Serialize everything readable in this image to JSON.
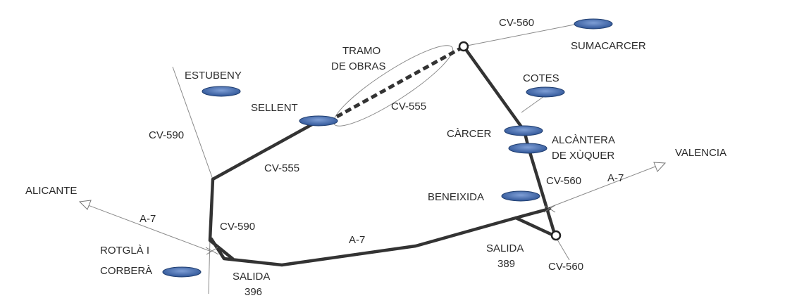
{
  "places": {
    "estubeny": "ESTUBENY",
    "sellent": "SELLENT",
    "sumacarcer": "SUMACARCER",
    "cotes": "COTES",
    "carcer": "CÀRCER",
    "alcantera_1": "ALCÀNTERA",
    "alcantera_2": "DE XÙQUER",
    "beneixida": "BENEIXIDA",
    "rotgla_1": "ROTGLÀ I",
    "rotgla_2": "CORBERÀ",
    "alicante": "ALICANTE",
    "valencia": "VALENCIA"
  },
  "roads": {
    "cv560_top": "CV-560",
    "cv590_left": "CV-590",
    "cv555_upper": "CV-555",
    "cv555_lower": "CV-555",
    "cv590_lower": "CV-590",
    "a7_left": "A-7",
    "a7_mid": "A-7",
    "a7_right": "A-7",
    "cv560_right": "CV-560",
    "cv560_bottom": "CV-560"
  },
  "works": {
    "line1": "TRAMO",
    "line2": "DE OBRAS"
  },
  "exits": {
    "s396_label": "SALIDA",
    "s396_number": "396",
    "s389_label": "SALIDA",
    "s389_number": "389"
  },
  "colors": {
    "town_fill_light": "#7f9fd6",
    "town_fill_dark": "#2f5597",
    "road": "#333333",
    "minor_road": "#8a8a8a"
  }
}
